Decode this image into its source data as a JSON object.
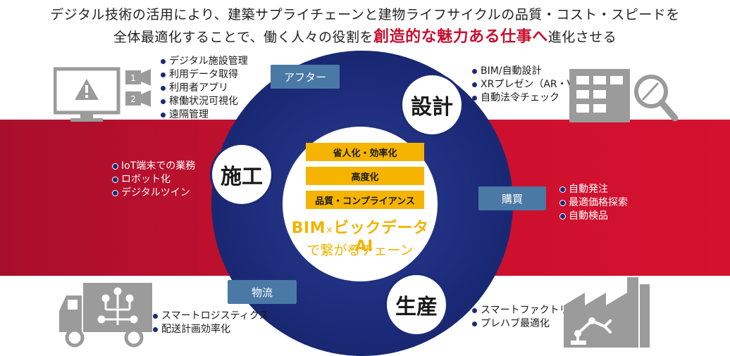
{
  "headline": {
    "line1": "デジタル技術の活用により、建築サプライチェーンと建物ライフサイクルの品質・コスト・スピードを",
    "line2_pre": "全体最適化することで、働く人々の役割を",
    "line2_emph": "創造的な魅力ある仕事へ",
    "line2_post": "進化させる"
  },
  "center": {
    "pills": [
      "省人化・効率化",
      "高度化",
      "品質・コンプライアンス"
    ],
    "bim": "BIM",
    "big_data": "ビックデータ",
    "ai": "AI",
    "times": "×",
    "subtitle": "で繋がるチェーン"
  },
  "nodes": {
    "design": "設計",
    "construction": "施工",
    "production": "生産"
  },
  "tags": {
    "after": "アフター",
    "purchase": "購買",
    "logistics": "物流"
  },
  "lists": {
    "after": [
      "デジタル施設管理",
      "利用データ取得",
      "利用者アプリ",
      "稼働状況可視化",
      "遠隔管理"
    ],
    "design": [
      "BIM/自動設計",
      "XRプレゼン（AR・VR）",
      "自動法令チェック"
    ],
    "construction": [
      "IoT端末での業務",
      "ロボット化",
      "デジタルツイン"
    ],
    "purchase": [
      "自動発注",
      "最適価格探索",
      "自動検品"
    ],
    "logistics": [
      "スマートロジスティクス",
      "配送計画効率化"
    ],
    "production": [
      "スマートファクトリー",
      "プレハブ最適化"
    ]
  },
  "monitor_numbers": [
    "1",
    "2"
  ],
  "icons": {
    "after": "monitor-alert-icon",
    "design": "building-search-icon",
    "logistics": "iot-truck-icon",
    "production": "smart-factory-icon"
  },
  "colors": {
    "navy": "#1b2a78",
    "red": "#c8102e",
    "yellow": "#f5b400",
    "tag_blue": "#4a79a6",
    "icon_gray": "#9b9b9b"
  }
}
